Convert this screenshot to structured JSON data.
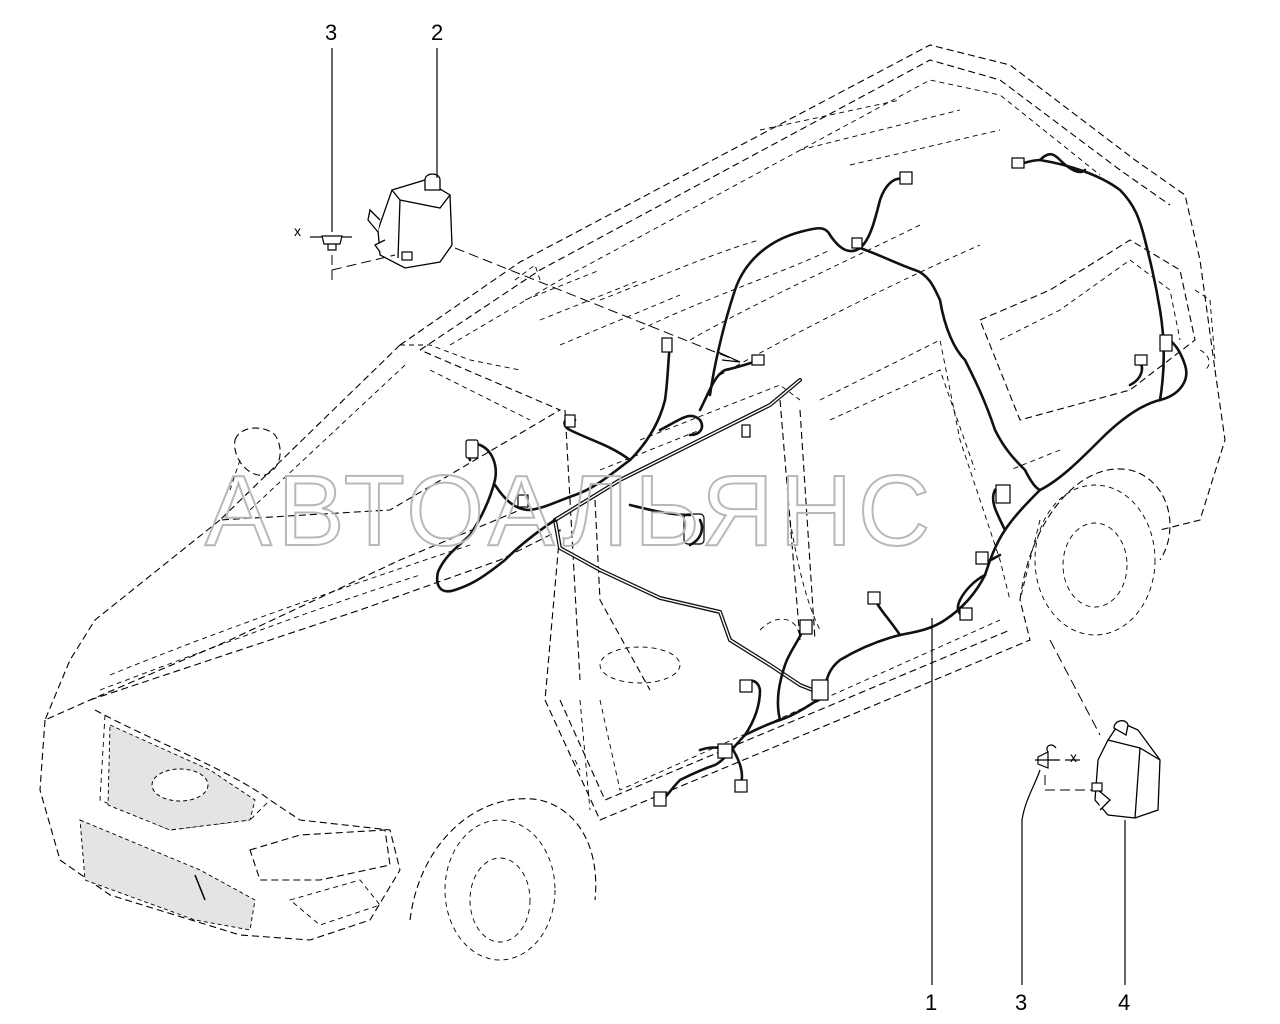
{
  "watermark": "АВТОАЛЬЯНС",
  "callouts": {
    "part1": "1",
    "part2": "2",
    "part3_top": "3",
    "part3_bottom": "3",
    "part4": "4"
  },
  "axis_labels": {
    "top_x": "x",
    "bottom_x": "x"
  }
}
